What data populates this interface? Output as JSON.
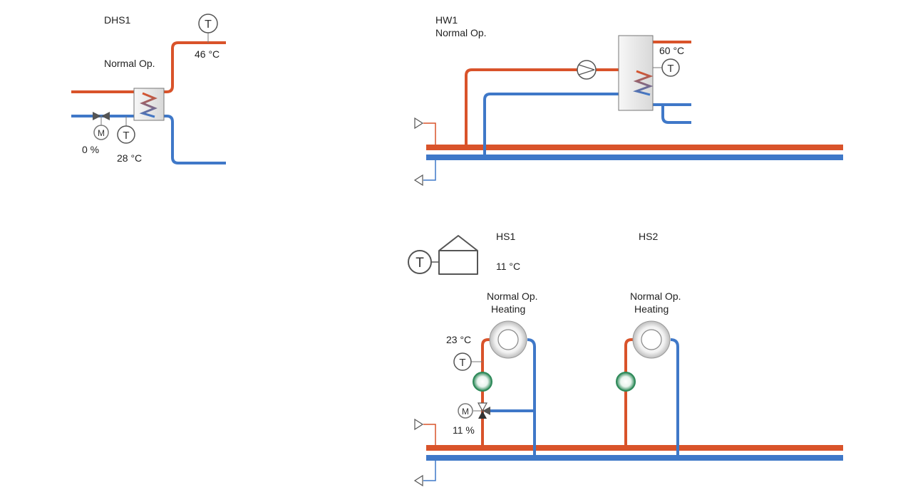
{
  "colors": {
    "supply": "#d9532a",
    "return": "#3f78c8",
    "outline": "#555555",
    "pump_ring": "#2f8a5a"
  },
  "icons": {
    "sensor": "temperature-sensor-icon",
    "motor": "motor-icon",
    "valve": "valve-icon",
    "pump": "pump-icon",
    "exchanger": "heat-exchanger-icon",
    "tank": "hot-water-tank-icon",
    "house": "house-icon",
    "radiator": "radiator-icon"
  },
  "sensor_glyph": "T",
  "motor_glyph": "M",
  "dhs1": {
    "title": "DHS1",
    "status": "Normal Op.",
    "supply_temp": "46 °C",
    "return_temp": "28 °C",
    "valve_position": "0 %"
  },
  "hw1": {
    "title": "HW1",
    "status": "Normal Op.",
    "tank_temp": "60 °C"
  },
  "outdoor": {
    "temp": "11 °C"
  },
  "hs1": {
    "title": "HS1",
    "status": "Normal Op.",
    "mode": "Heating",
    "flow_temp": "23 °C",
    "valve_position": "11 %"
  },
  "hs2": {
    "title": "HS2",
    "status": "Normal Op.",
    "mode": "Heating"
  }
}
